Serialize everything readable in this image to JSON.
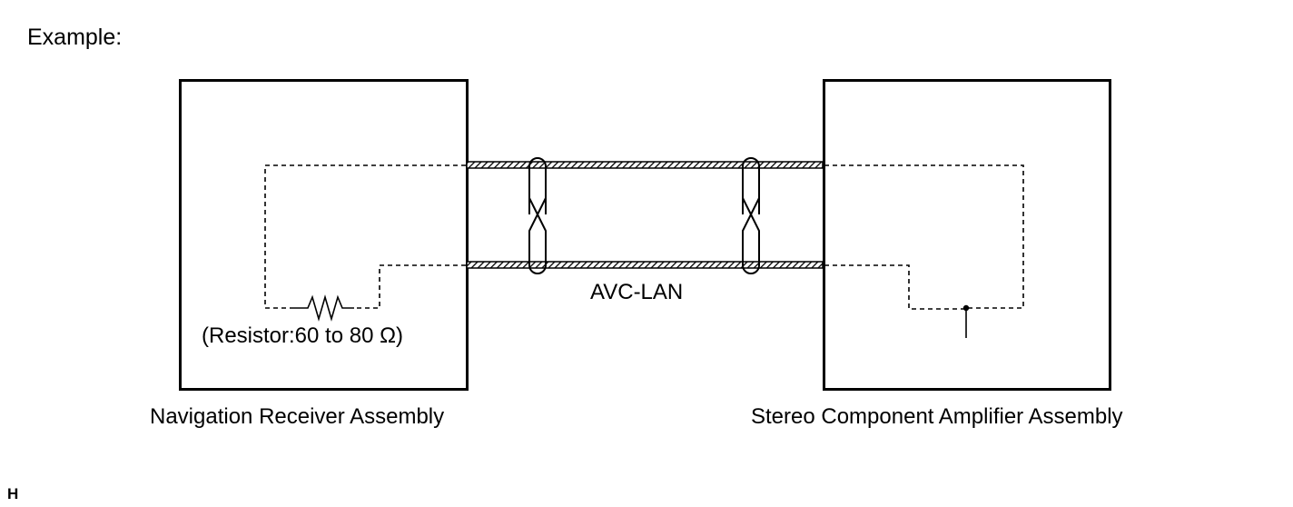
{
  "heading": "Example:",
  "bus_label": "AVC-LAN",
  "resistor_label": "(Resistor:60 to 80 Ω)",
  "left_device_label": "Navigation Receiver Assembly",
  "right_device_label": "Stereo Component Amplifier Assembly",
  "corner_mark": "H"
}
